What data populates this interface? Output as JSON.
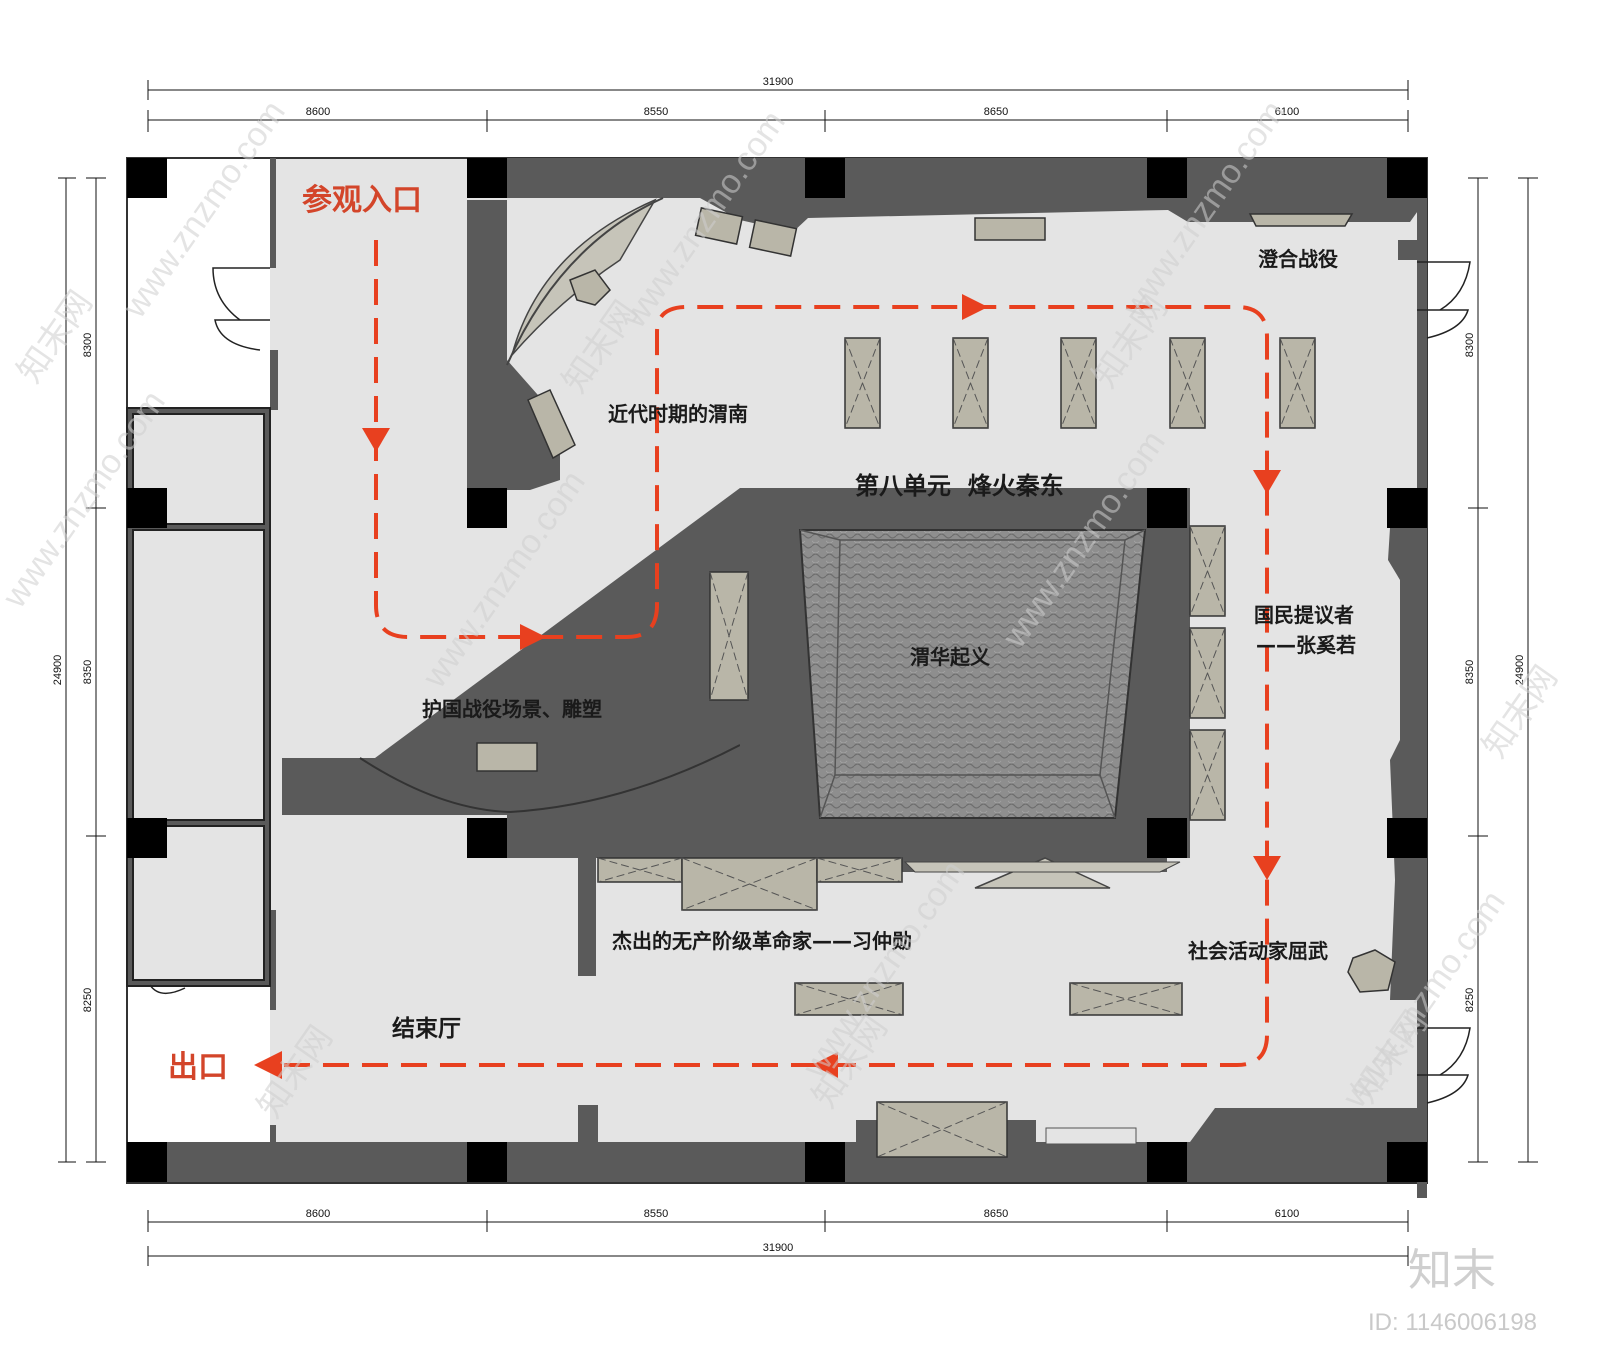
{
  "dimensions": {
    "total": "31900",
    "segments": [
      "8600",
      "8550",
      "8650",
      "6100"
    ],
    "total_vertical": "24900",
    "left_segments": [
      "8300",
      "8350",
      "8250"
    ],
    "right_segments": [
      "8300",
      "8350",
      "8250"
    ]
  },
  "labels": {
    "entrance": "参观入口",
    "exit": "出口",
    "modern_weinan": "近代时期的渭南",
    "unit_eight": "第八单元  烽火秦东",
    "chenghe": "澄合战役",
    "weihua": "渭华起义",
    "huguo": "护国战役场景、雕塑",
    "zhang_line1": "国民提议者",
    "zhang_line2": "——张奚若",
    "xi": "杰出的无产阶级革命家——习仲勋",
    "quwu": "社会活动家屈武",
    "ending_hall": "结束厅"
  },
  "watermark": {
    "site": "www.znzmo.com",
    "brand_cn": "知末网",
    "logo": "知末",
    "id": "ID: 1146006198"
  },
  "colors": {
    "route": "#e8401f",
    "wall": "#5a5a5a",
    "column": "#000000",
    "floor": "#e4e4e4",
    "showcase": "#b9b6a8",
    "pool": "#8a8a8a"
  }
}
